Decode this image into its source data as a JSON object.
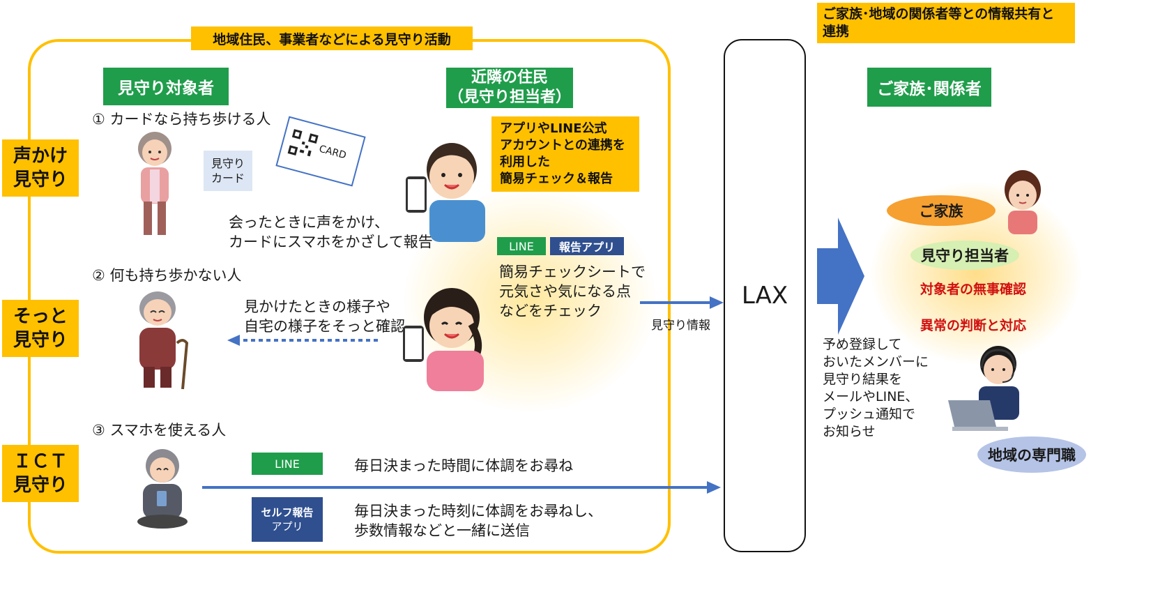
{
  "top_right_banner": [
    "ご家族･地域の関係者等との情報共有と",
    "連携"
  ],
  "activity_box_title": "地域住民、事業者などによる見守り活動",
  "headers": {
    "target": "見守り対象者",
    "neighbor": [
      "近隣の住民",
      "（見守り担当者）"
    ],
    "family": "ご家族･関係者"
  },
  "side_labels": {
    "voice": [
      "声かけ",
      "見守り"
    ],
    "quiet": [
      "そっと",
      "見守り"
    ],
    "ict": [
      "ＩＣＴ",
      "見守り"
    ]
  },
  "targets": {
    "t1": "① カードなら持ち歩ける人",
    "t2": "② 何も持ち歩かない人",
    "t3": "③ スマホを使える人"
  },
  "card": {
    "label": [
      "見守り",
      "カード"
    ],
    "text": "CARD"
  },
  "app_note": [
    "アプリやLINE公式",
    "アカウントとの連携を",
    "利用した",
    "簡易チェック＆報告"
  ],
  "voice_action": [
    "会ったときに声をかけ、",
    "カードにスマホをかざして報告"
  ],
  "quiet_action": [
    "見かけたときの様子や",
    "自宅の様子をそっと確認"
  ],
  "tags": {
    "line": "LINE",
    "report_app": "報告アプリ",
    "self_report": [
      "セルフ報告",
      "アプリ"
    ]
  },
  "check_sheet": [
    "簡易チェックシートで",
    "元気さや気になる点",
    "などをチェック"
  ],
  "arrow_label": "見守り情報",
  "center_box": "LAX",
  "ict_rows": {
    "line_text": "毎日決まった時間に体調をお尋ね",
    "self_text": [
      "毎日決まった時刻に体調をお尋ねし、",
      "歩数情報などと一緒に送信"
    ]
  },
  "notify_text": [
    "予め登録して",
    "おいたメンバーに",
    "見守り結果を",
    "メールやLINE、",
    "プッシュ通知で",
    "お知らせ"
  ],
  "right_group": {
    "family": "ご家族",
    "watcher": "見守り担当者",
    "safety": "対象者の無事確認",
    "judge": "異常の判断と対応",
    "professional": "地域の専門職"
  },
  "colors": {
    "yellow": "#ffc000",
    "green": "#1f9d4b",
    "navy": "#2f4f8f",
    "arrow_blue": "#4472c4",
    "red_text": "#d01010",
    "orange_ellipse": "#f5a030",
    "lightgreen_ellipse": "#d6efb3",
    "lavender_ellipse": "#b4c3e6"
  }
}
